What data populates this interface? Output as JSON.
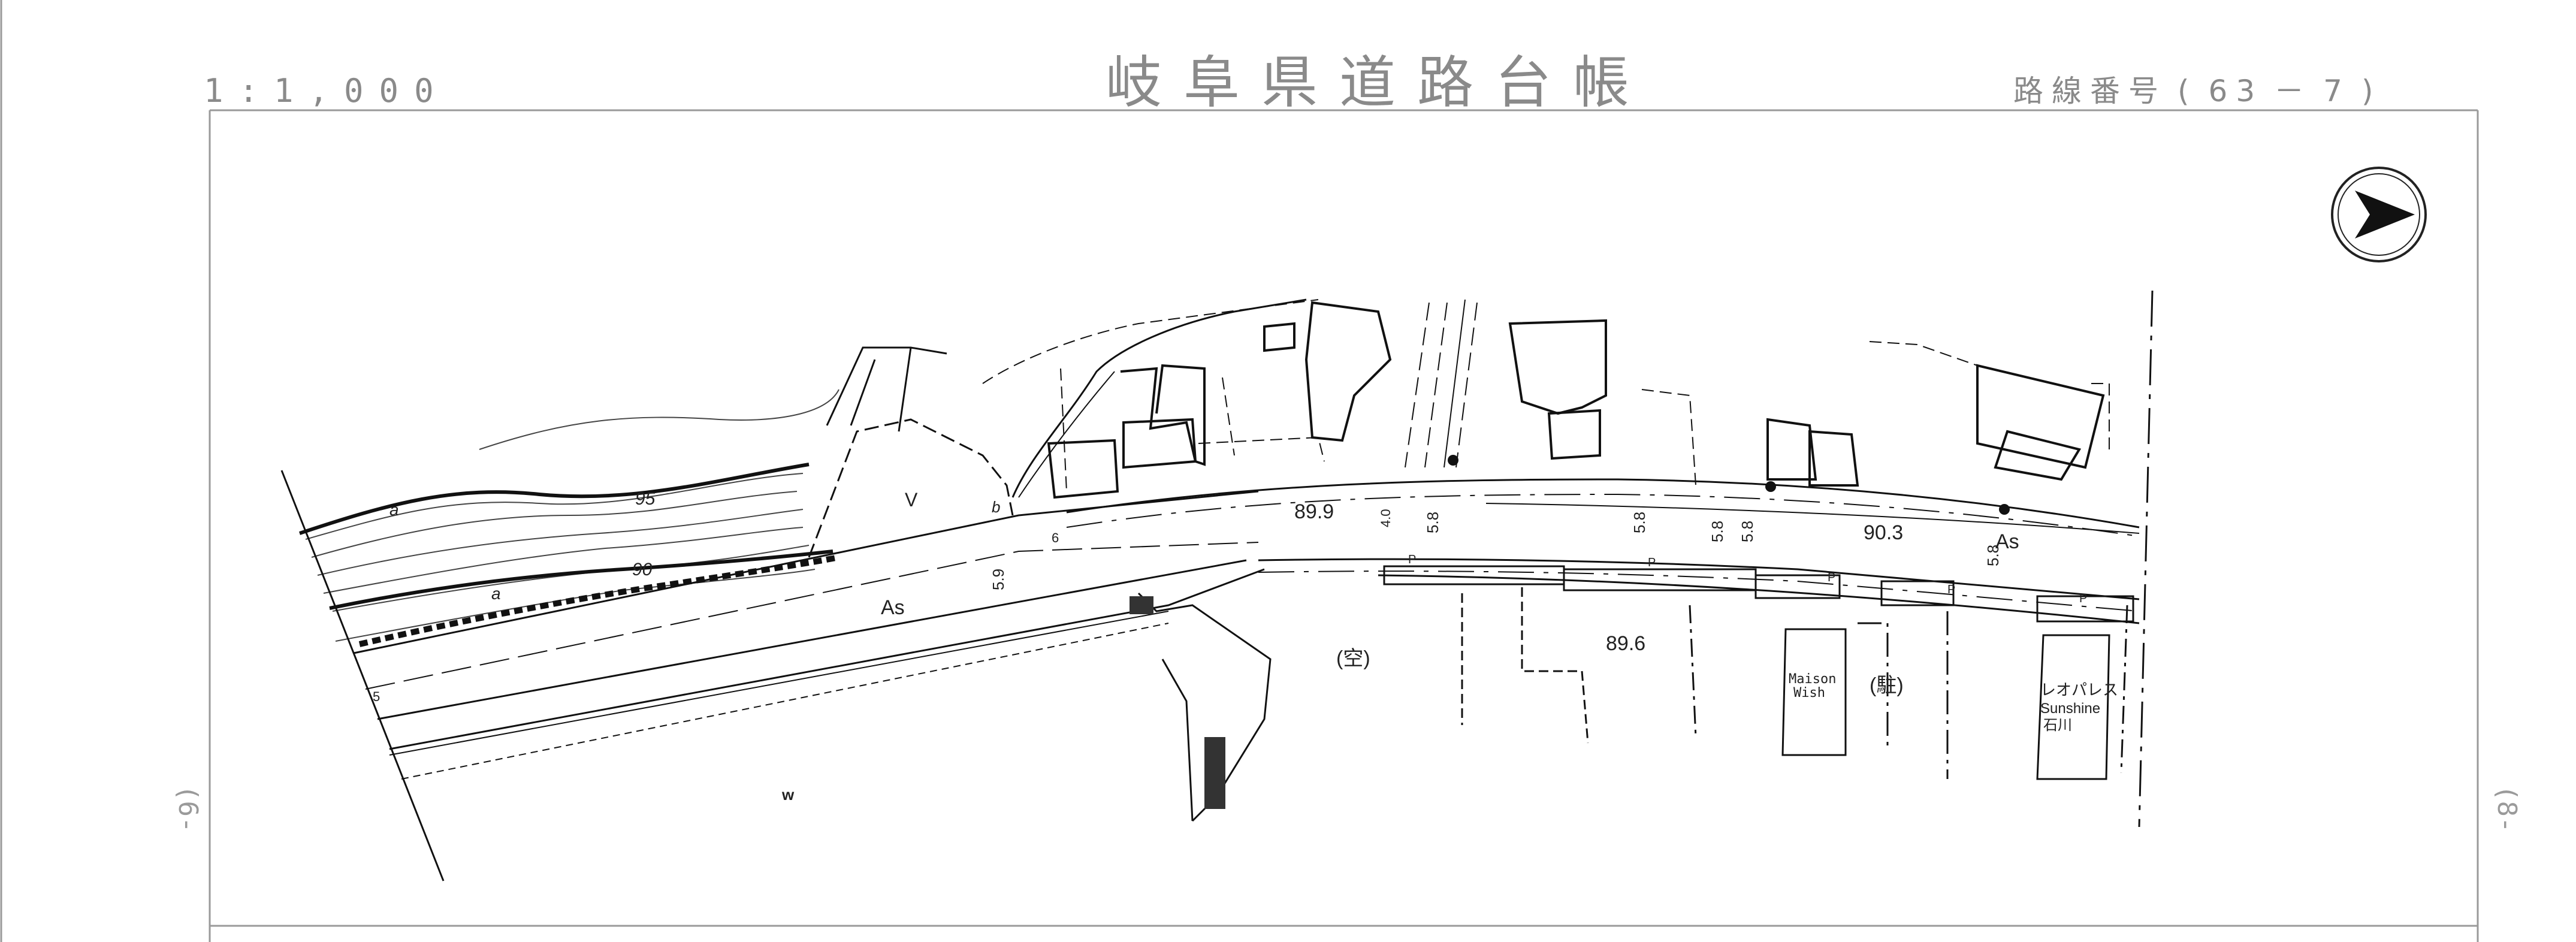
{
  "sheet": {
    "title": "岐阜県道路台帳",
    "scale": "1:1,000",
    "route_label": "路線番号",
    "route_open": "(",
    "route_major": "63",
    "route_dash": "－",
    "route_minor": "7",
    "route_close": ")",
    "edge_left": "(6-",
    "edge_right": "(8-"
  },
  "map_labels": {
    "elev_north": "89.9",
    "elev_mid": "90.3",
    "elev_south": "89.6",
    "contour_95": "95",
    "contour_90": "90",
    "pavement_upper": "As",
    "pavement_lower": "As",
    "vacant_lot": "(空)",
    "parking_lot": "(駐)",
    "maison_line1": "Maison",
    "maison_line2": "Wish",
    "leo_line1": "レオパレス",
    "leo_line2": "Sunshine",
    "leo_line3": "石川",
    "width_1": "5.9",
    "width_2": "5.8",
    "width_3": "5.8",
    "width_4": "5.8",
    "width_5": "5.8",
    "width_6": "4.0",
    "width_7": "5.8",
    "marker_w": "w",
    "marker_a1": "a",
    "marker_a2": "a",
    "marker_b": "b",
    "marker_5": "5",
    "marker_6": "6",
    "marker_v": "V",
    "parking_p": "P"
  }
}
